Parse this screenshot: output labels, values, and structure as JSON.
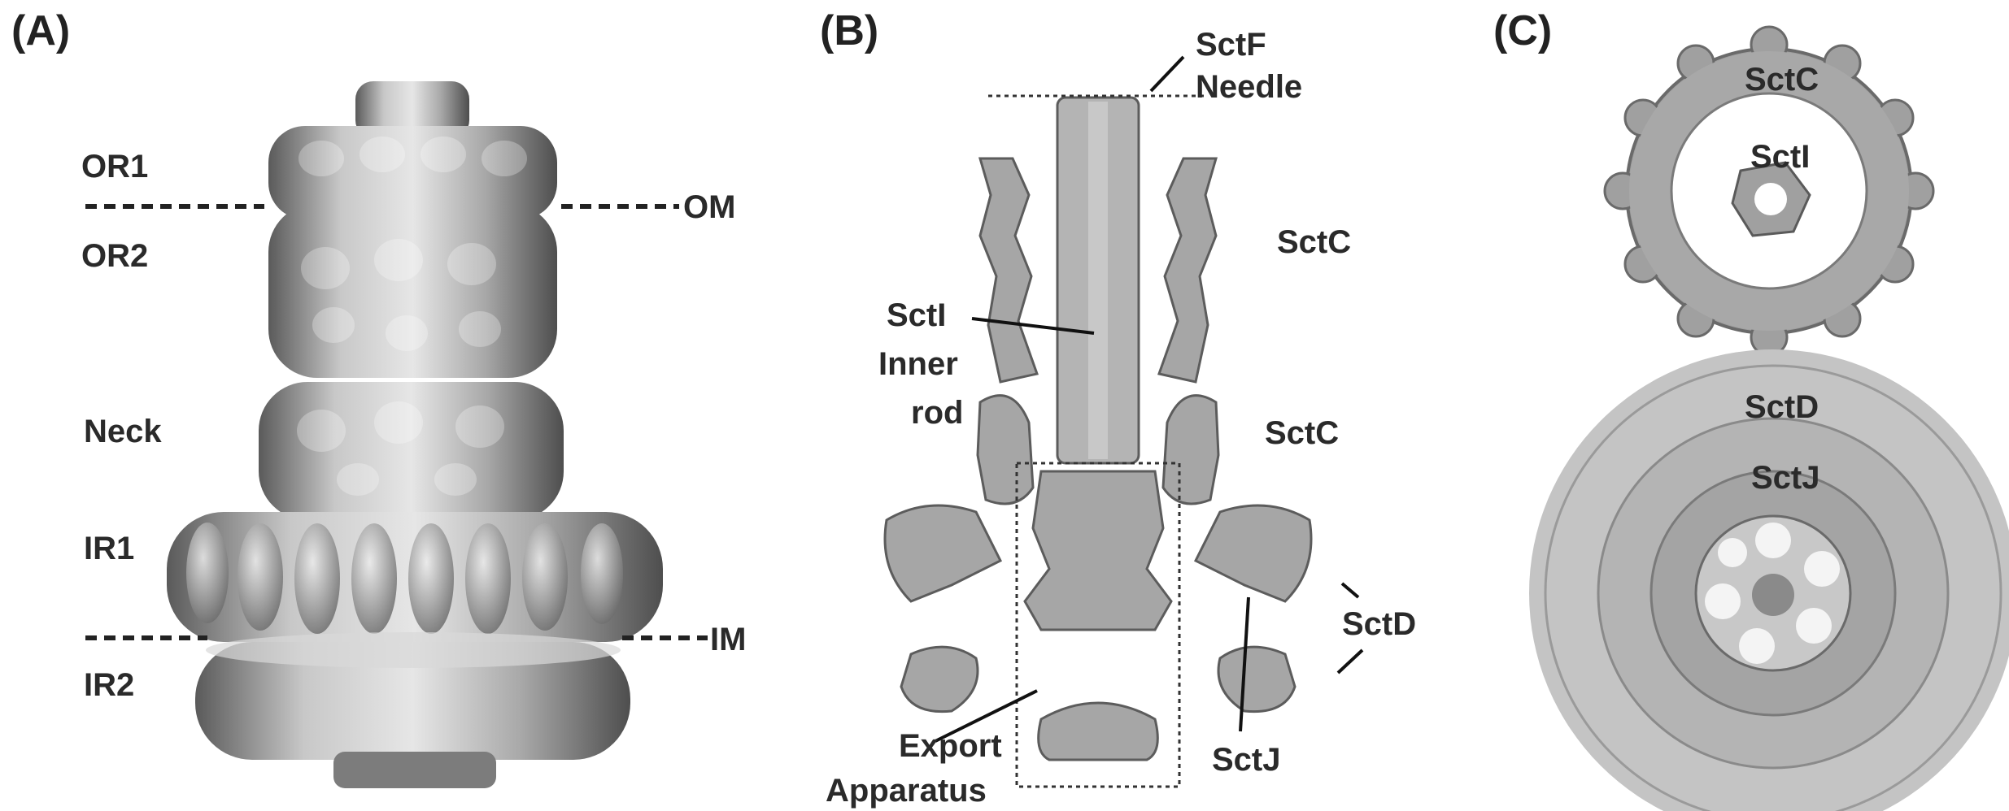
{
  "panels": {
    "a": {
      "label": "(A)",
      "left_labels": [
        "OR1",
        "OR2",
        "Neck",
        "IR1",
        "IR2"
      ],
      "membrane_labels": [
        "OM",
        "IM"
      ]
    },
    "b": {
      "label": "(B)",
      "sctf": "SctF",
      "needle": "Needle",
      "sctc_upper": "SctC",
      "scti": "SctI",
      "inner": "Inner",
      "rod": "rod",
      "sctc_lower": "SctC",
      "sctd": "SctD",
      "export": "Export",
      "apparatus": "Apparatus",
      "sctj": "SctJ"
    },
    "c": {
      "label": "(C)",
      "top_outer": "SctC",
      "top_inner": "SctI",
      "bottom_outer": "SctD",
      "bottom_inner": "SctJ"
    }
  },
  "colors": {
    "density": "#a6a6a6",
    "density_dark": "#6e6e6e",
    "text": "#2a2a2a"
  }
}
